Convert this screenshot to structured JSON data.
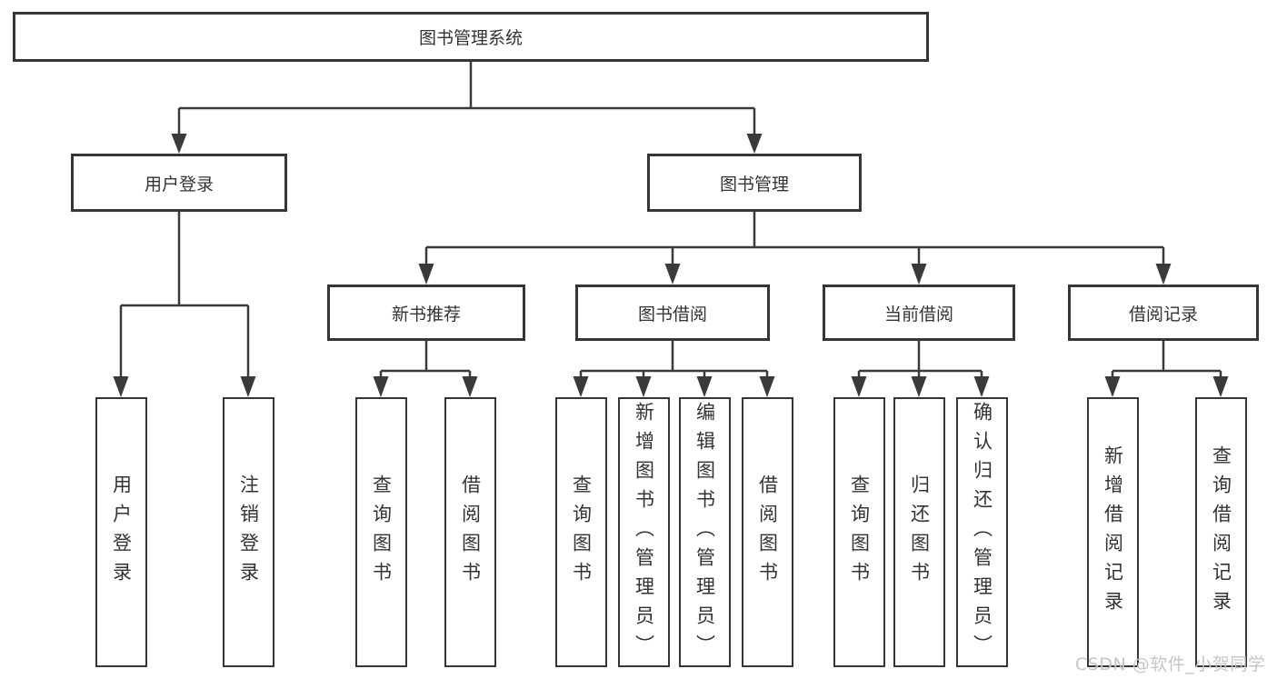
{
  "tree": {
    "root": "图书管理系统",
    "children": [
      {
        "label": "用户登录",
        "children": [
          "用户登录",
          "注销登录"
        ]
      },
      {
        "label": "图书管理",
        "children": [
          {
            "label": "新书推荐",
            "children": [
              "查询图书",
              "借阅图书"
            ]
          },
          {
            "label": "图书借阅",
            "children": [
              "查询图书",
              "新增图书（管理员）",
              "编辑图书（管理员）",
              "借阅图书"
            ]
          },
          {
            "label": "当前借阅",
            "children": [
              "查询图书",
              "归还图书",
              "确认归还（管理员）"
            ]
          },
          {
            "label": "借阅记录",
            "children": [
              "新增借阅记录",
              "查询借阅记录"
            ]
          }
        ]
      }
    ]
  },
  "watermark": "CSDN @软件_小贺同学",
  "colors": {
    "line": "#3a3a3a",
    "box_border": "#363636",
    "text": "#333333",
    "watermark": "#c6c6c6",
    "background": "#ffffff"
  }
}
